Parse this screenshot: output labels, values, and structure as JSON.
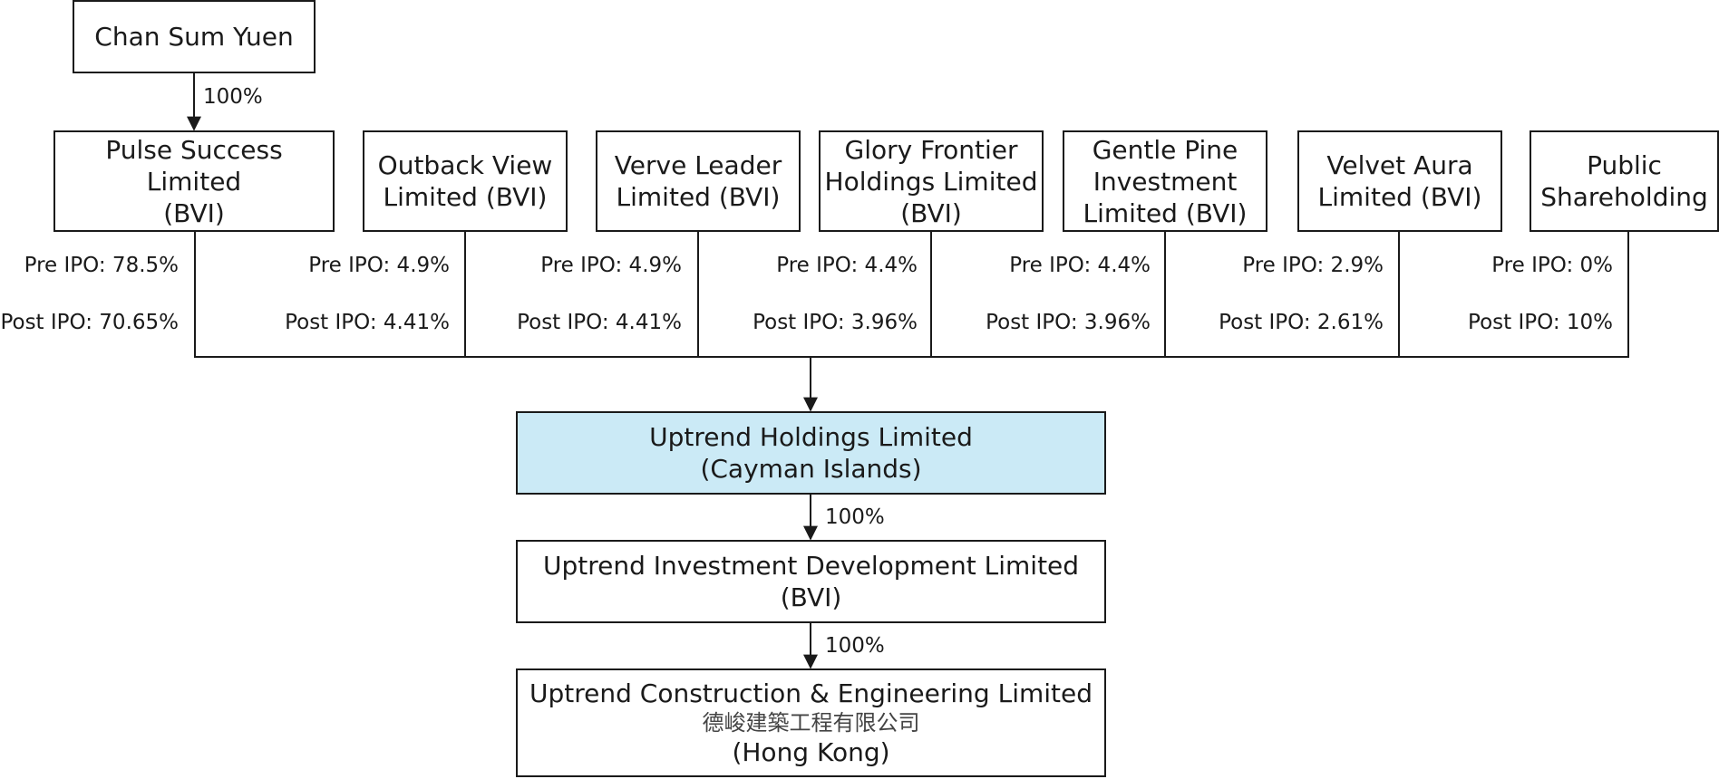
{
  "owner": {
    "name": "Chan Sum Yuen",
    "pct": "100%"
  },
  "shareholders": [
    {
      "line1": "Pulse Success Limited",
      "line2": "(BVI)",
      "line3": "",
      "pre": "Pre IPO: 78.5%",
      "post": "Post IPO: 70.65%"
    },
    {
      "line1": "Outback View",
      "line2": "Limited (BVI)",
      "line3": "",
      "pre": "Pre IPO: 4.9%",
      "post": "Post IPO: 4.41%"
    },
    {
      "line1": "Verve Leader",
      "line2": "Limited (BVI)",
      "line3": "",
      "pre": "Pre IPO: 4.9%",
      "post": "Post IPO: 4.41%"
    },
    {
      "line1": "Glory Frontier",
      "line2": "Holdings Limited",
      "line3": "(BVI)",
      "pre": "Pre IPO: 4.4%",
      "post": "Post IPO: 3.96%"
    },
    {
      "line1": "Gentle Pine",
      "line2": "Investment",
      "line3": "Limited (BVI)",
      "pre": "Pre IPO: 4.4%",
      "post": "Post IPO: 3.96%"
    },
    {
      "line1": "Velvet Aura",
      "line2": "Limited (BVI)",
      "line3": "",
      "pre": "Pre IPO: 2.9%",
      "post": "Post IPO: 2.61%"
    },
    {
      "line1": "Public",
      "line2": "Shareholding",
      "line3": "",
      "pre": "Pre IPO: 0%",
      "post": "Post IPO: 10%"
    }
  ],
  "holding": {
    "line1": "Uptrend Holdings Limited",
    "line2": "(Cayman Islands)",
    "color": "#cbeaf6"
  },
  "investment": {
    "line1": "Uptrend Investment Development Limited",
    "line2": "(BVI)",
    "pct": "100%"
  },
  "construction": {
    "line1": "Uptrend Construction & Engineering Limited",
    "line2": "德峻建築工程有限公司",
    "line3": "(Hong Kong)",
    "pct": "100%"
  }
}
